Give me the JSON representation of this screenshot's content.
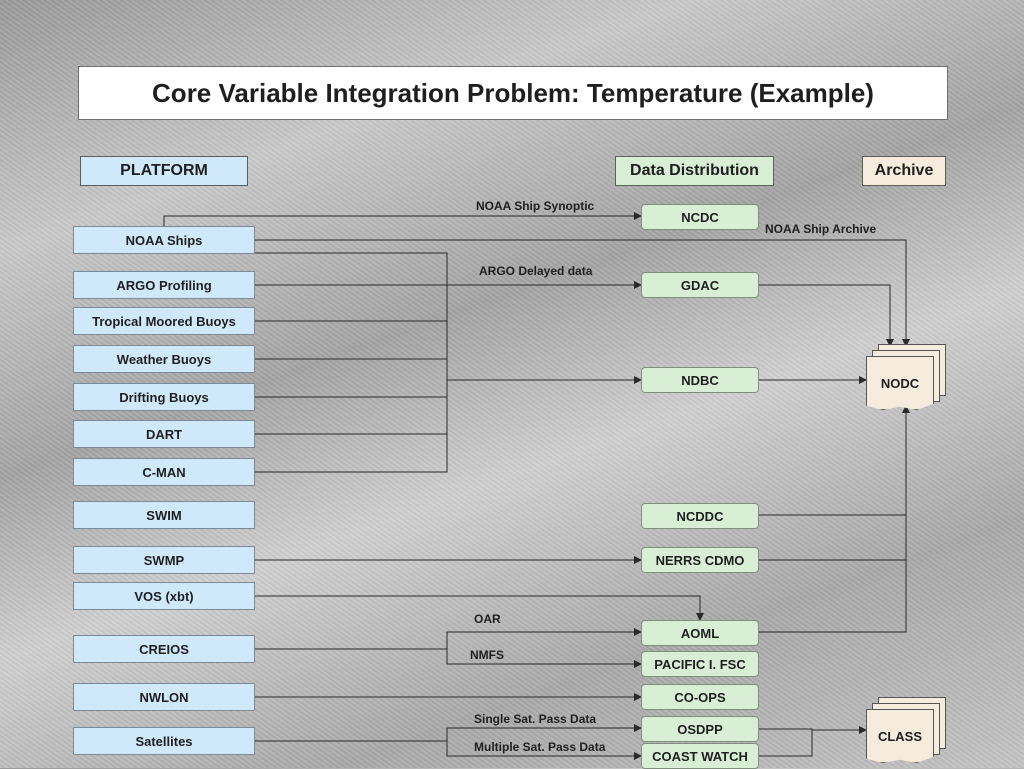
{
  "title": "Core Variable Integration Problem:  Temperature (Example)",
  "headers": {
    "platform": "PLATFORM",
    "distribution": "Data Distribution",
    "archive": "Archive"
  },
  "platforms": {
    "noaa_ships": "NOAA Ships",
    "argo": "ARGO Profiling",
    "tropical": "Tropical Moored Buoys",
    "weather": "Weather Buoys",
    "drifting": "Drifting Buoys",
    "dart": "DART",
    "cman": "C-MAN",
    "swim": "SWIM",
    "swmp": "SWMP",
    "vos": "VOS (xbt)",
    "creios": "CREIOS",
    "nwlon": "NWLON",
    "satellites": "Satellites"
  },
  "distribution": {
    "ncdc": "NCDC",
    "gdac": "GDAC",
    "ndbc": "NDBC",
    "ncddc": "NCDDC",
    "nerrs": "NERRS CDMO",
    "aoml": "AOML",
    "pacific": "PACIFIC I. FSC",
    "coops": "CO-OPS",
    "osdpp": "OSDPP",
    "coastwatch": "COAST WATCH"
  },
  "archives": {
    "nodc": "NODC",
    "class": "CLASS"
  },
  "labels": {
    "ship_synoptic": "NOAA Ship Synoptic",
    "ship_archive": "NOAA Ship Archive",
    "argo_delayed": "ARGO Delayed data",
    "oar": "OAR",
    "nmfs": "NMFS",
    "single_pass": "Single Sat. Pass Data",
    "multiple_pass": "Multiple Sat. Pass Data"
  }
}
